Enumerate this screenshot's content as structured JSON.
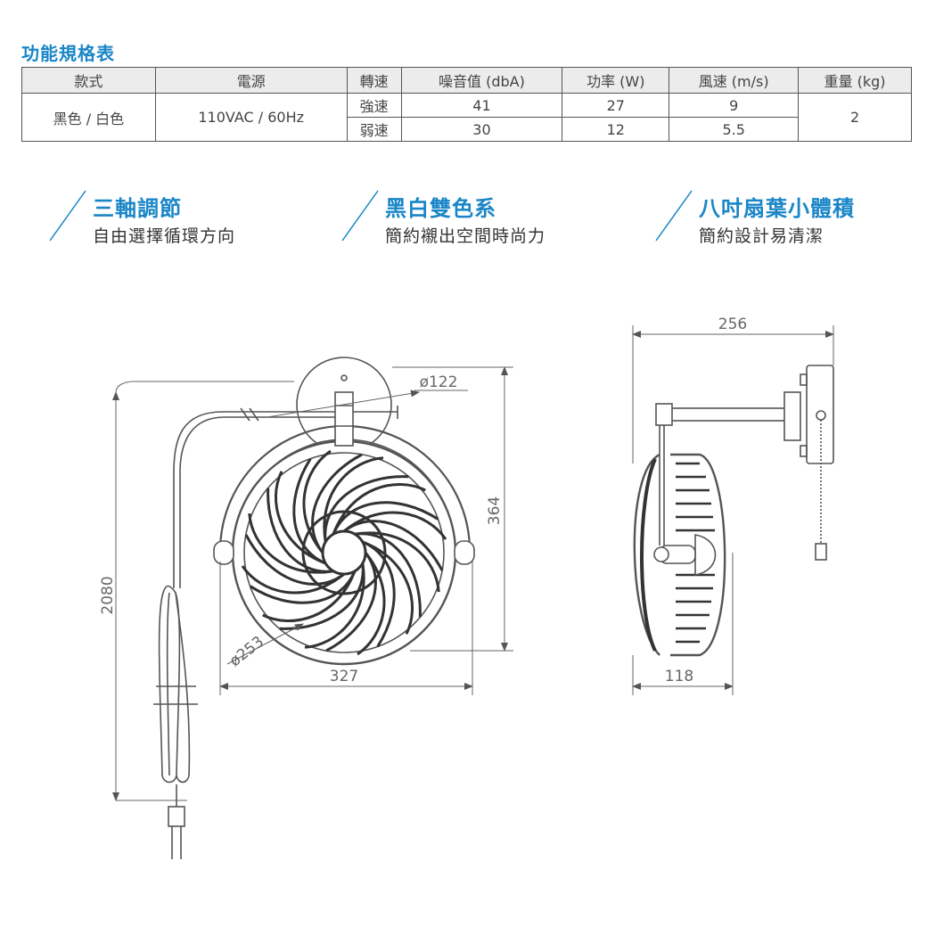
{
  "spec": {
    "title": "功能規格表",
    "headers": [
      "款式",
      "電源",
      "轉速",
      "噪音值 (dbA)",
      "功率 (W)",
      "風速 (m/s)",
      "重量 (kg)"
    ],
    "model": "黑色 / 白色",
    "power": "110VAC / 60Hz",
    "weight": "2",
    "rows": [
      {
        "speed": "強速",
        "noise": "41",
        "watt": "27",
        "wind": "9"
      },
      {
        "speed": "弱速",
        "noise": "30",
        "watt": "12",
        "wind": "5.5"
      }
    ]
  },
  "features": [
    {
      "title": "三軸調節",
      "sub": "自由選擇循環方向"
    },
    {
      "title": "黑白雙色系",
      "sub": "簡約襯出空間時尚力"
    },
    {
      "title": "八吋扇葉小體積",
      "sub": "簡約設計易清潔"
    }
  ],
  "dimensions": {
    "cord": "2080",
    "hub": "ø122",
    "blade": "ø253",
    "height": "364",
    "width": "327",
    "side_length": "256",
    "side_depth": "118"
  },
  "colors": {
    "accent": "#1a86c7",
    "line": "#555555"
  }
}
